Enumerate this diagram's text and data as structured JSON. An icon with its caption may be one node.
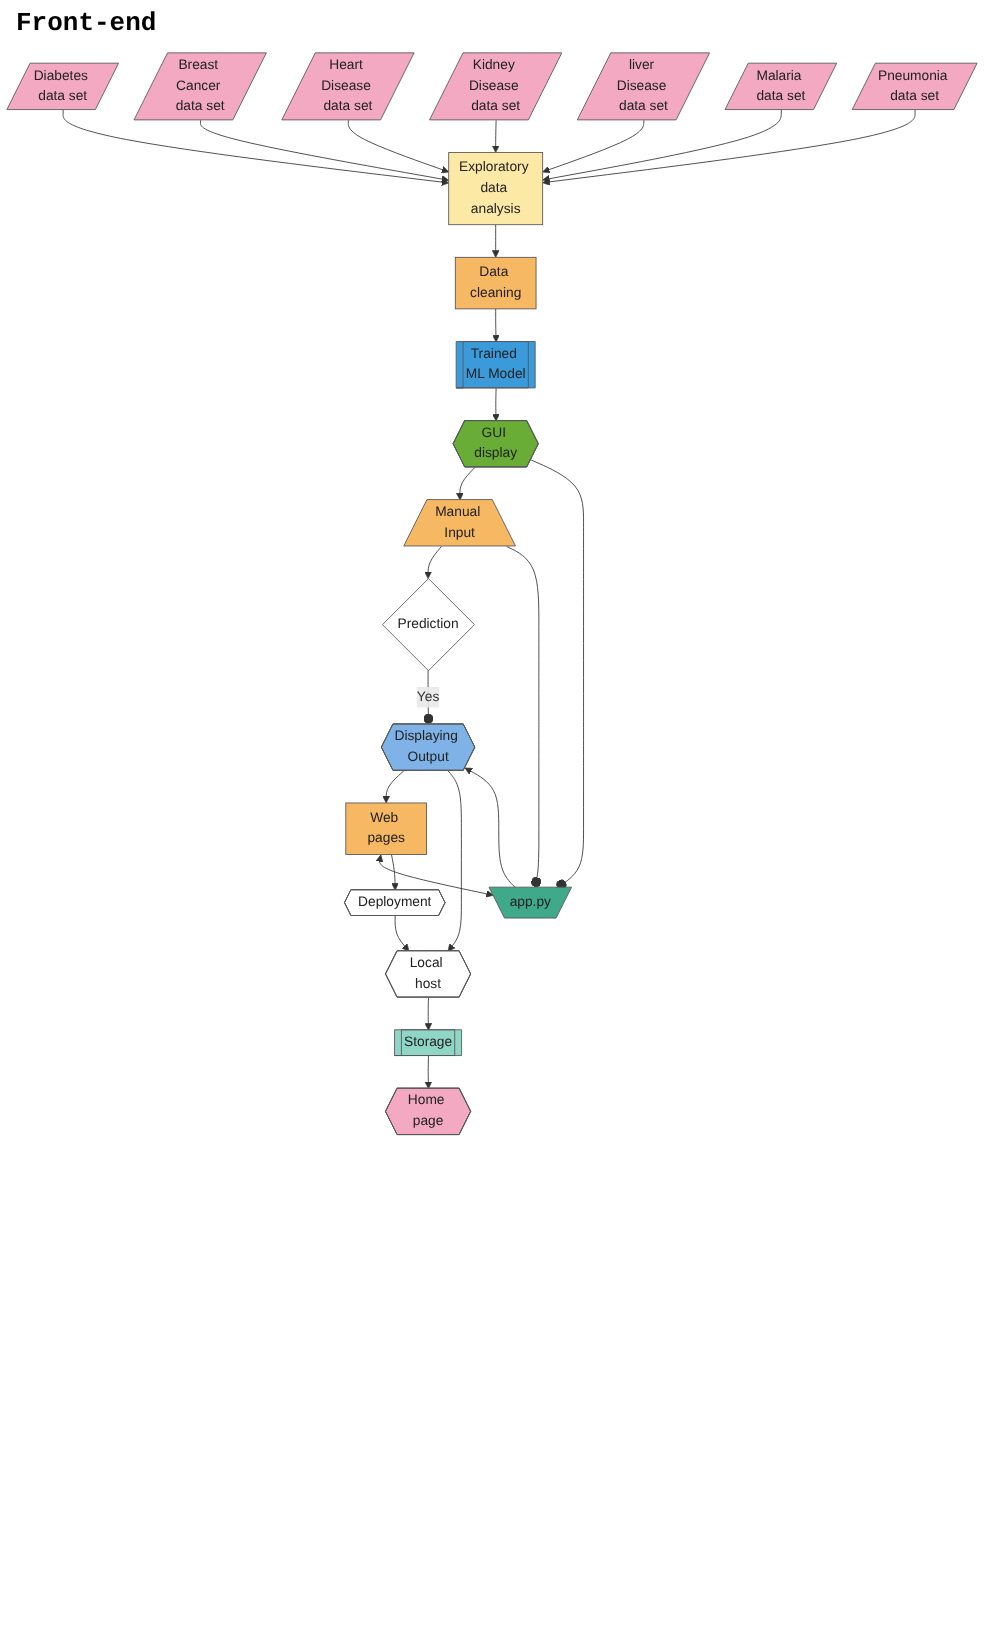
{
  "diagram": {
    "nodes": [
      {
        "text": [
          "Prediction"
        ]
      },
      {
        "text": [
          "Data cleaning"
        ]
      },
      {
        "text": [
          "Exploratory data analysis"
        ]
      },
      {
        "text": [
          "Diabetes data set"
        ]
      },
      {
        "text": [
          "Breast Cancer data set"
        ]
      },
      {
        "text": [
          "Heart Disease data set"
        ]
      },
      {
        "text": [
          "Kidney Disease data set"
        ]
      },
      {
        "text": [
          "liver Disease data set"
        ]
      },
      {
        "text": [
          "Malaria data set"
        ]
      },
      {
        "text": [
          "Pneumonia data set"
        ]
      },
      {
        "text": [
          "Manual Input"
        ]
      },
      {
        "text": [
          "GUI display"
        ]
      },
      {
        "text": [
          "Trained ML Model"
        ]
      },
      {
        "text": [
          "Web pages"
        ]
      },
      {
        "text": [
          "app.py"
        ]
      },
      {
        "text": [
          "Displaying Output"
        ]
      },
      {
        "text": [
          "Deployment"
        ]
      },
      {
        "text": [
          "Local host"
        ]
      },
      {
        "text": [
          "Storage"
        ]
      },
      {
        "text": [
          "Home page"
        ]
      }
    ],
    "edges": [
      {
        "from": 3,
        "to": 2,
        "arrow": "to"
      },
      {
        "from": 4,
        "to": 2,
        "arrow": "to"
      },
      {
        "from": 5,
        "to": 2,
        "arrow": "to"
      },
      {
        "from": 6,
        "to": 2,
        "arrow": "to"
      },
      {
        "from": 7,
        "to": 2,
        "arrow": "to"
      },
      {
        "from": 8,
        "to": 2,
        "arrow": "to"
      },
      {
        "from": 9,
        "to": 2,
        "arrow": "to"
      },
      {
        "from": 2,
        "to": 1,
        "arrow": "to"
      },
      {
        "from": 1,
        "to": 12,
        "arrow": "to"
      },
      {
        "from": 12,
        "to": 11,
        "arrow": "to"
      },
      {
        "from": 11,
        "to": 10,
        "arrow": "to"
      },
      {
        "from": 10,
        "to": 0,
        "arrow": "to"
      },
      {
        "from": 0,
        "to": 15,
        "label": "Yes",
        "arrow": "other"
      },
      {
        "from": 10,
        "to": 14,
        "arrow": "other"
      },
      {
        "from": 11,
        "to": 14,
        "arrow": "other"
      },
      {
        "from": 14,
        "to": 13,
        "arrow": "both"
      },
      {
        "from": 14,
        "to": 15,
        "arrow": "to"
      },
      {
        "from": 15,
        "to": 13,
        "arrow": "to"
      },
      {
        "from": 13,
        "to": 16,
        "arrow": "to"
      },
      {
        "from": 15,
        "to": 17,
        "arrow": "to"
      },
      {
        "from": 16,
        "to": 17,
        "arrow": "to"
      },
      {
        "from": 17,
        "to": 18,
        "arrow": "to"
      },
      {
        "from": 18,
        "to": 19,
        "arrow": "to"
      }
    ],
    "labels": [
      "Front-end"
    ]
  }
}
